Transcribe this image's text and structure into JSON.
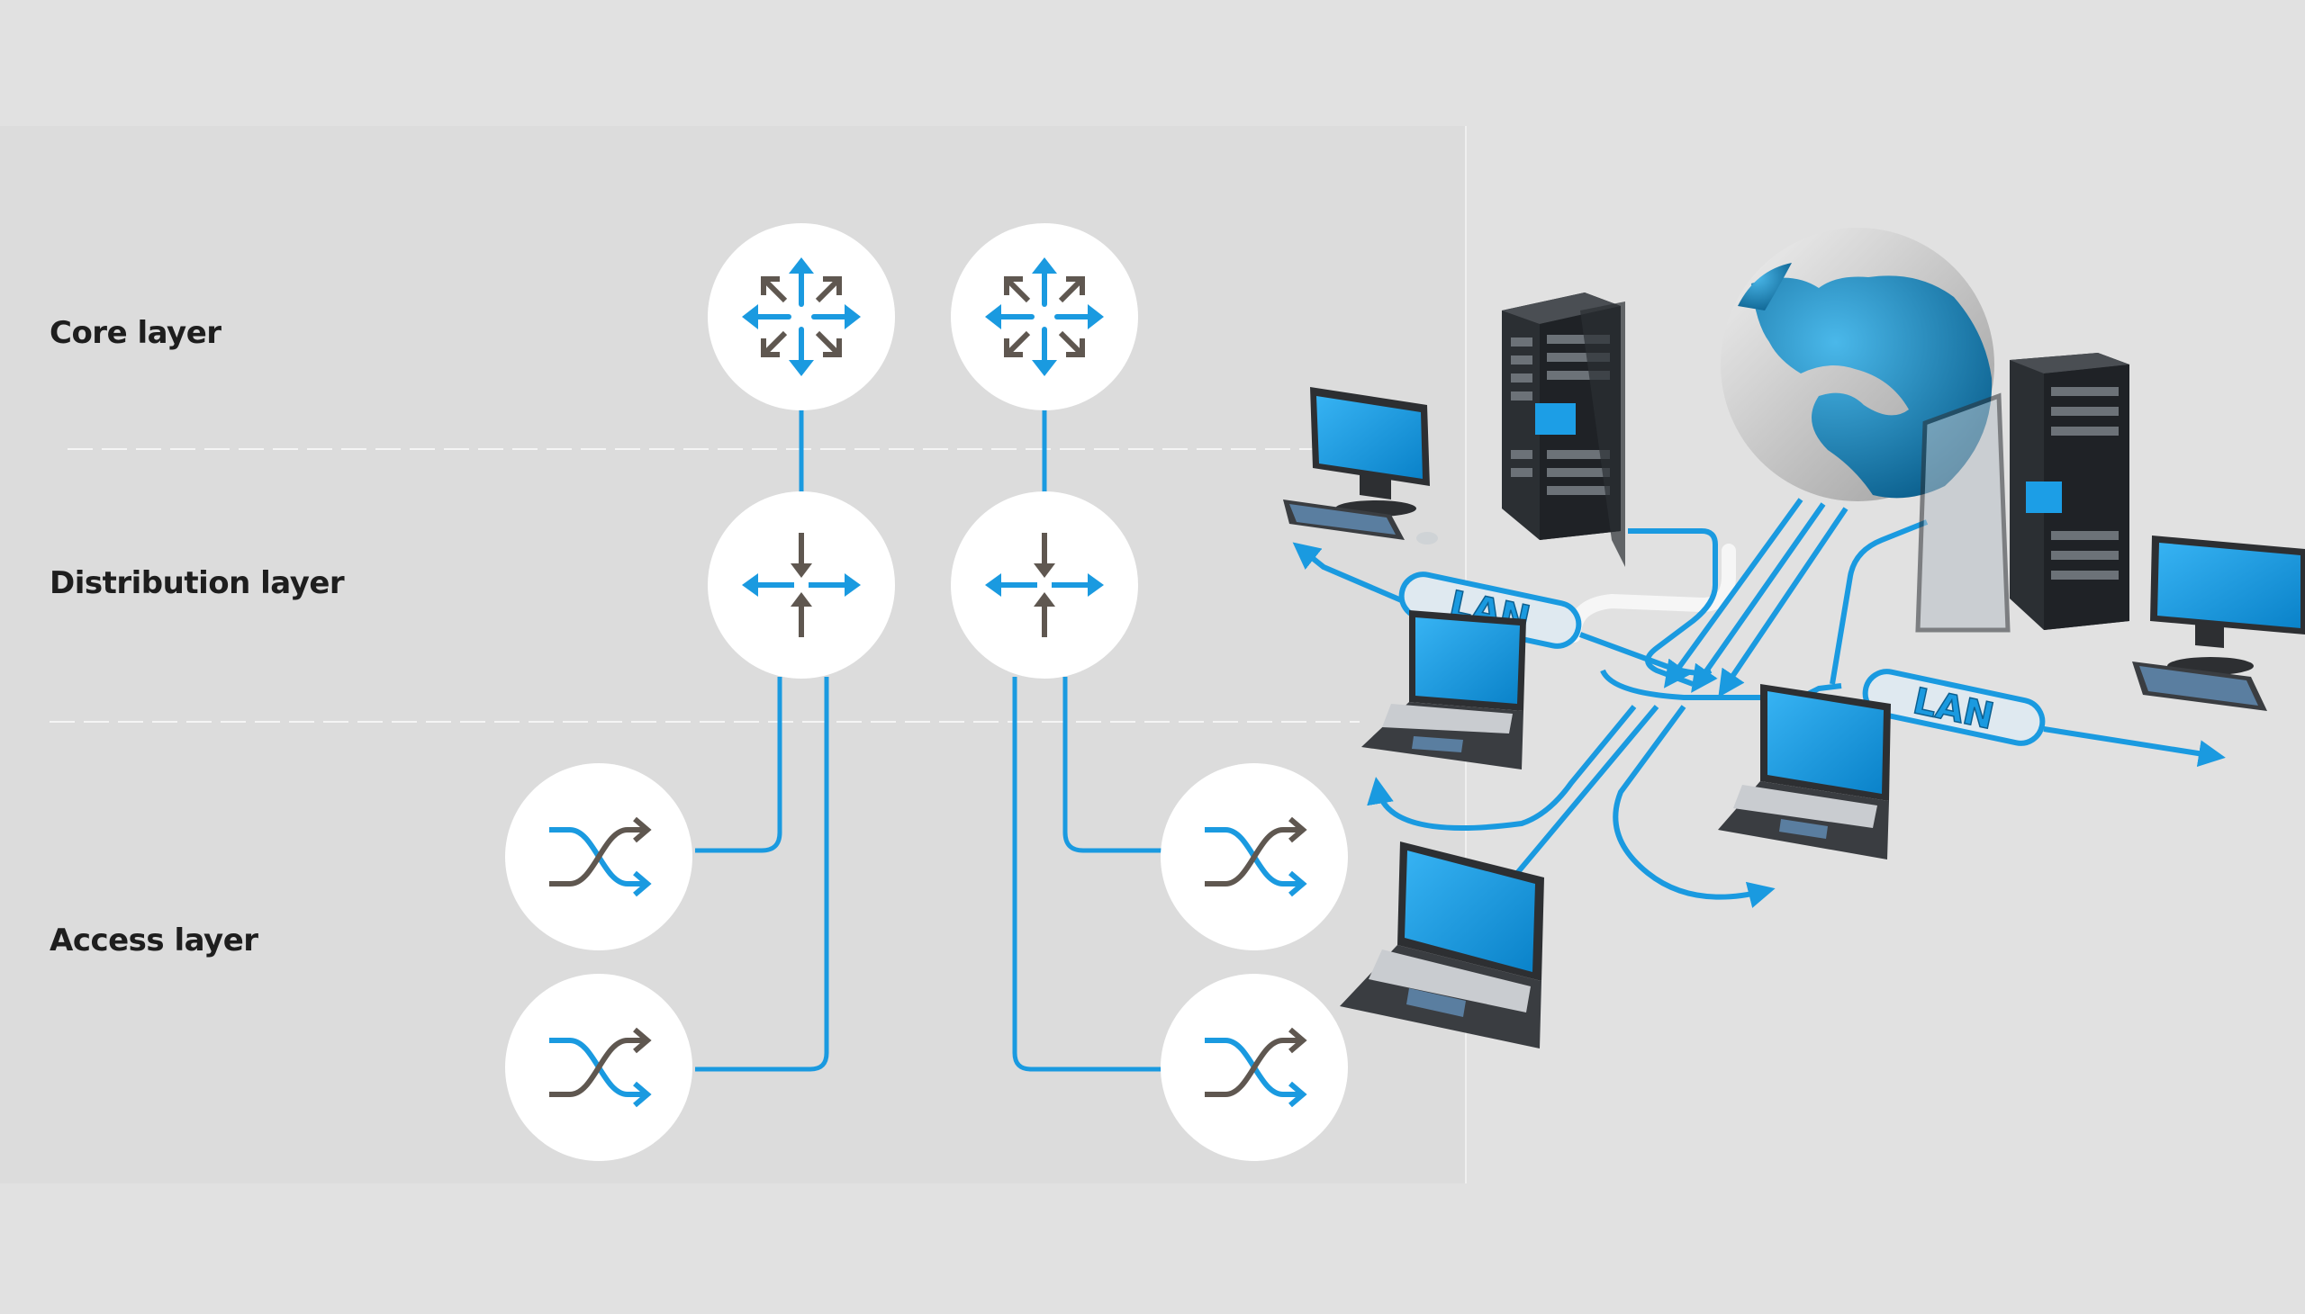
{
  "layers": {
    "core": "Core layer",
    "distribution": "Distribution layer",
    "access": "Access layer"
  },
  "lan_labels": [
    "LAN",
    "LAN"
  ],
  "colors": {
    "background": "#e1e1e1",
    "panel": "#dcdcdc",
    "node": "#ffffff",
    "link": "#1a9ae0",
    "arrow_grey": "#5f5750",
    "screen": "#1c9ee6"
  },
  "icons": {
    "core": "core-router-icon",
    "distribution": "distribution-switch-icon",
    "access": "access-switch-icon"
  }
}
